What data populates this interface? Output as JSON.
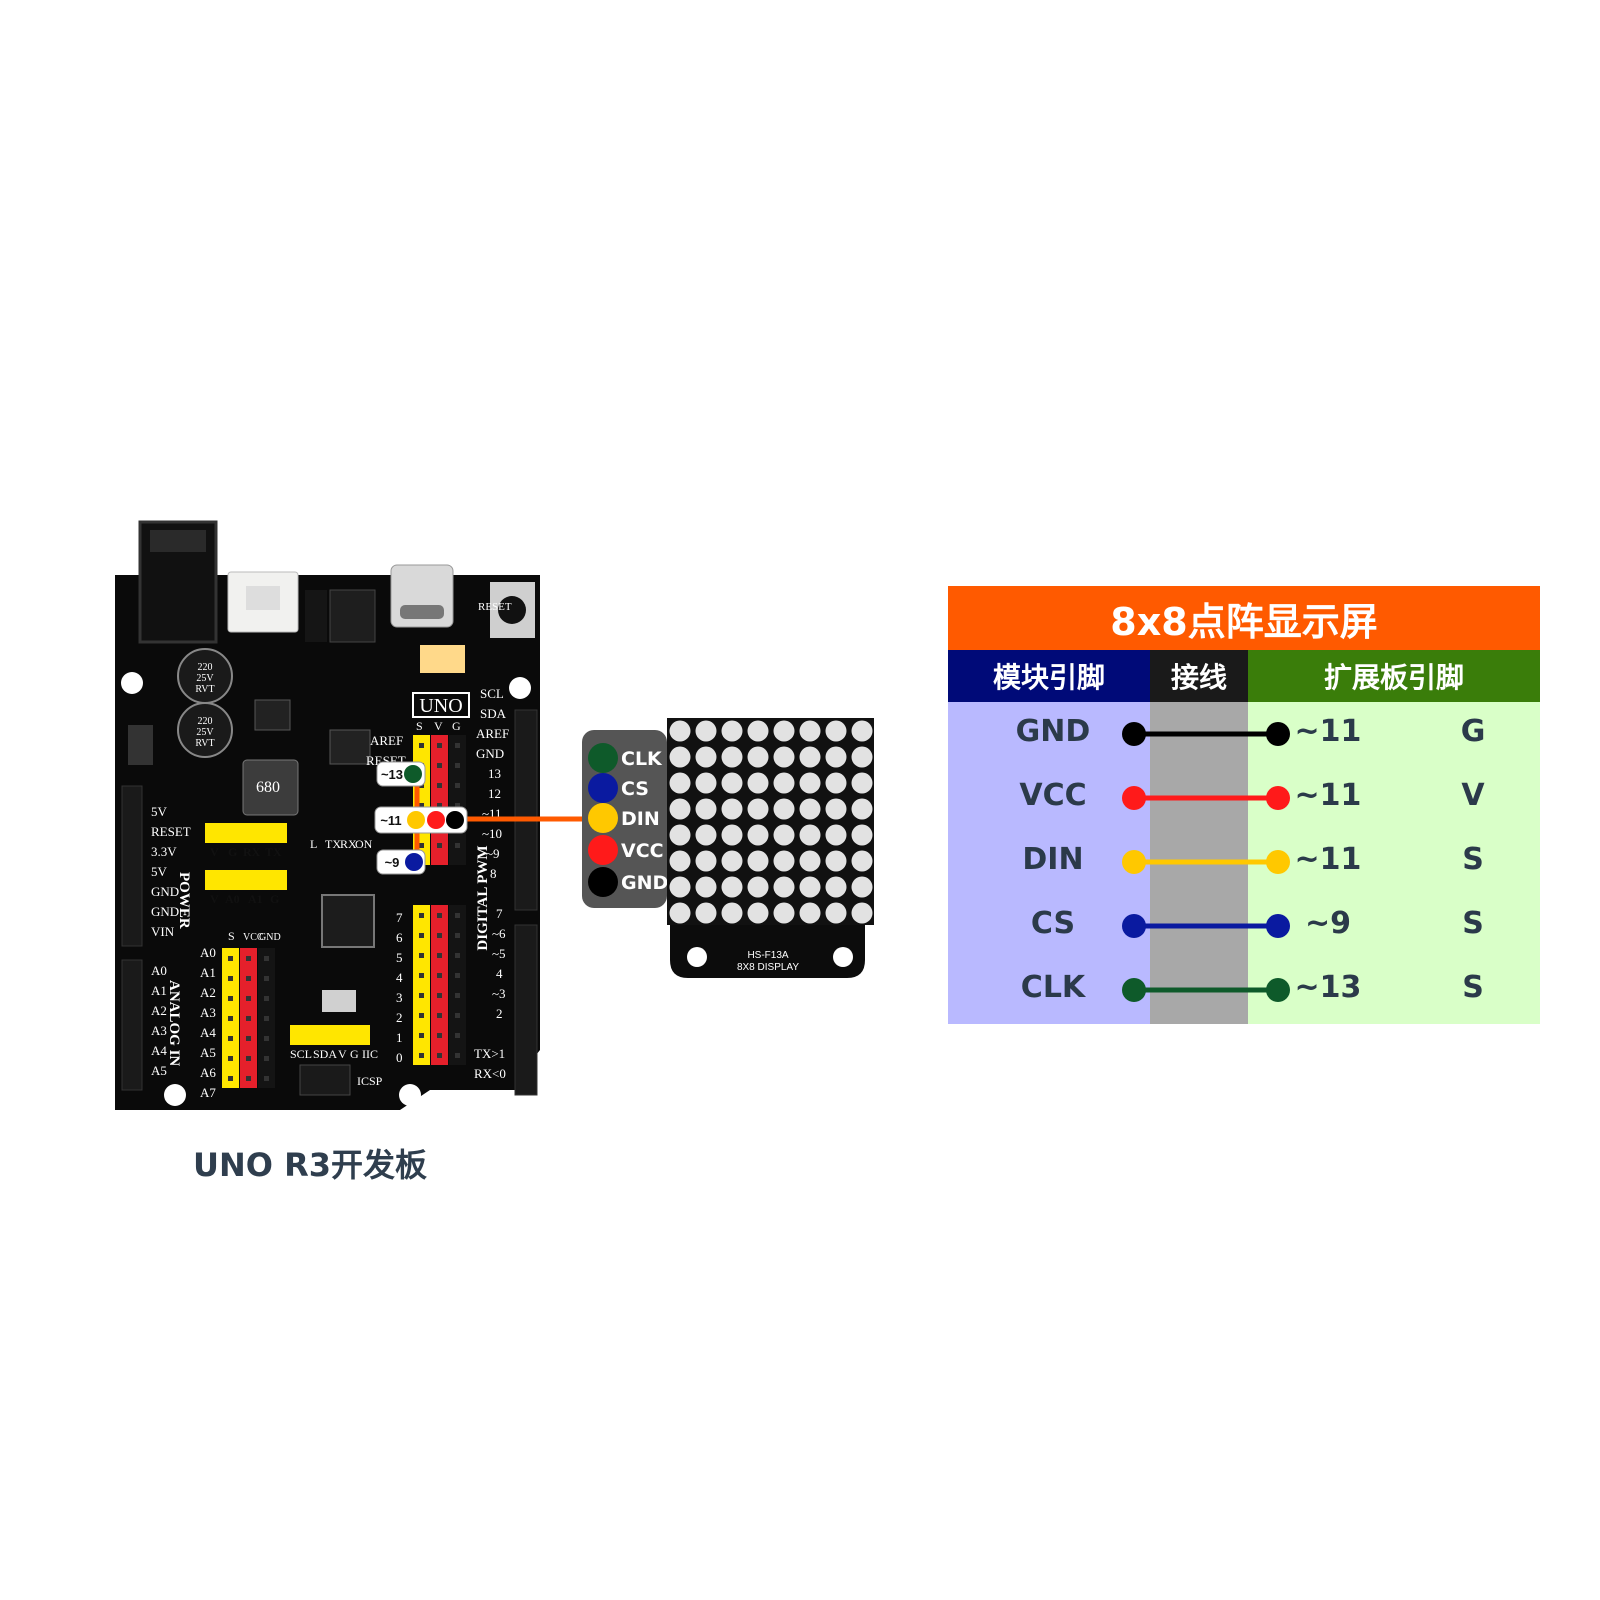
{
  "board": {
    "caption": "UNO R3开发板",
    "logo": "UNO",
    "reset_label": "RESET",
    "inductor_mark": "680",
    "capacitor_text": [
      "220",
      "25V",
      "RVT"
    ],
    "power_pins": [
      "5V",
      "RESET",
      "3.3V",
      "5V",
      "GND",
      "GND",
      "VIN"
    ],
    "power_group": "POWER",
    "analog_pins": [
      "A0",
      "A1",
      "A2",
      "A3",
      "A4",
      "A5"
    ],
    "analog_group": "ANALOG IN",
    "ext_analog_pins": [
      "A0",
      "A1",
      "A2",
      "A3",
      "A4",
      "A5",
      "A6",
      "A7"
    ],
    "ext_header_cols": [
      "S",
      "VCC",
      "GND"
    ],
    "uart_header": [
      "V",
      "G",
      "RX",
      "TX"
    ],
    "analog_header": [
      "V",
      "A0",
      "A1",
      "G"
    ],
    "iic_header": [
      "SCL",
      "SDA",
      "V",
      "G",
      "IIC"
    ],
    "icsp": "ICSP",
    "digital_top_cols": [
      "S",
      "V",
      "G"
    ],
    "digital_right_top": [
      "SCL",
      "SDA",
      "AREF",
      "GND",
      "13",
      "12",
      "~11",
      "~10",
      "~9",
      "8"
    ],
    "digital_right_bottom": [
      "7",
      "~6",
      "~5",
      "4",
      "~3",
      "2",
      "TX>1",
      "RX<0"
    ],
    "digital_group": "DIGITAL PWM",
    "led_labels": [
      "L",
      "TX",
      "RX",
      "ON"
    ],
    "left_digital_labels": [
      "7",
      "6",
      "5",
      "4",
      "3",
      "2",
      "1",
      "0"
    ],
    "aref_labels": [
      "AREF",
      "RESET"
    ],
    "pin_tags": [
      "~13",
      "~11",
      "~9"
    ],
    "module_pins": [
      "CLK",
      "CS",
      "DIN",
      "VCC",
      "GND"
    ],
    "module_silk": [
      "HS-F13A",
      "8X8 DISPLAY"
    ]
  },
  "table": {
    "title": "8x8点阵显示屏",
    "headers": [
      "模块引脚",
      "接线",
      "扩展板引脚"
    ],
    "rows": [
      {
        "module_pin": "GND",
        "board_pin": "~11",
        "header": "G",
        "wire_color": "#000000"
      },
      {
        "module_pin": "VCC",
        "board_pin": "~11",
        "header": "V",
        "wire_color": "#ff1a1a"
      },
      {
        "module_pin": "DIN",
        "board_pin": "~11",
        "header": "S",
        "wire_color": "#ffc800"
      },
      {
        "module_pin": "CS",
        "board_pin": "~9",
        "header": "S",
        "wire_color": "#0a1aa0"
      },
      {
        "module_pin": "CLK",
        "board_pin": "~13",
        "header": "S",
        "wire_color": "#0e5a2a"
      }
    ]
  },
  "colors": {
    "title_bg": "#ff5a00",
    "head_module": "#000a78",
    "head_wire": "#1a1a1a",
    "head_board": "#3a7d0a",
    "col_module": "#b9b9ff",
    "col_wire": "#a8a8a8",
    "col_board": "#d9ffc8",
    "wire_orange": "#ff5a00"
  }
}
